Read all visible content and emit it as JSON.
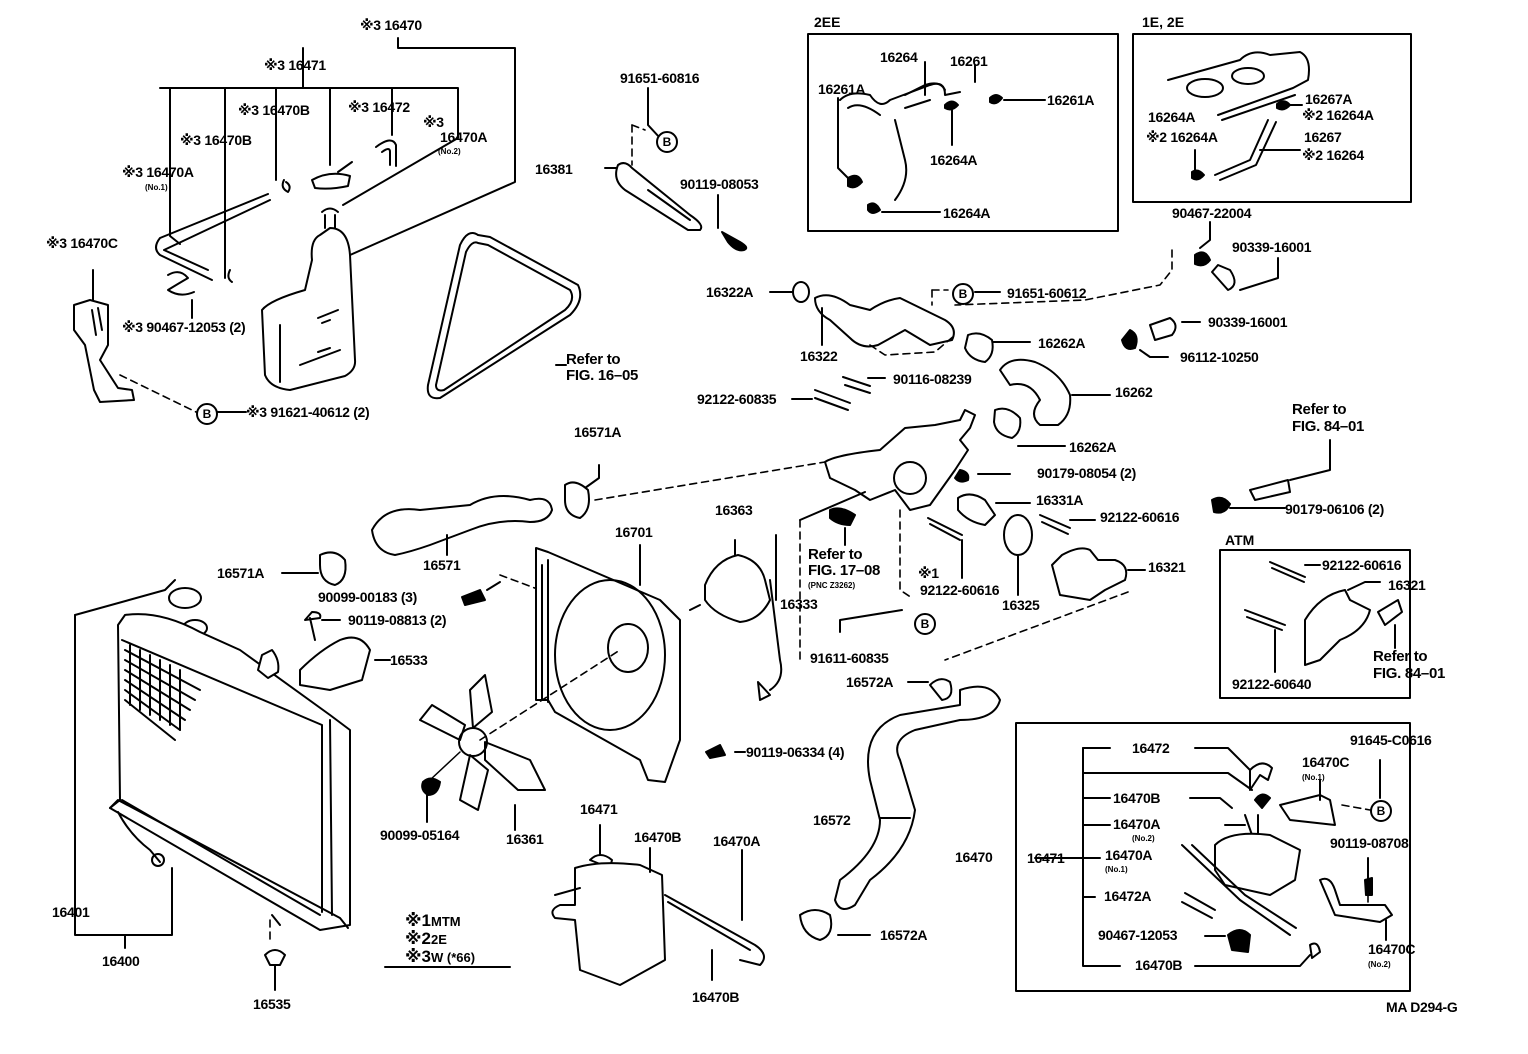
{
  "diagram": {
    "title": "Radiator & Water Outlet / Cooling System Parts Diagram",
    "figure_code": "MA D294-G",
    "reference_marker": "B",
    "legend": [
      {
        "mark": "※1",
        "meaning": "MTM"
      },
      {
        "mark": "※2",
        "meaning": "2E"
      },
      {
        "mark": "※3",
        "meaning": "W (*66)"
      }
    ],
    "insets": {
      "2EE": {
        "title": "2EE",
        "labels": [
          "16264",
          "16261",
          "16261A",
          "16261A",
          "16264A",
          "16264A"
        ]
      },
      "1E_2E": {
        "title": "1E, 2E",
        "labels": [
          "16267A",
          "16264A",
          "※2 16264A",
          "※2 16264A",
          "16267",
          "※2 16264"
        ]
      },
      "ATM": {
        "title": "ATM",
        "labels": [
          "92122-60616",
          "16321",
          "Refer to",
          "FIG. 84–01",
          "92122-60640"
        ]
      },
      "reservoir": {
        "labels": [
          "16472",
          "16470C",
          "(No.1)",
          "91645-C0616",
          "16470B",
          "16470A",
          "(No.2)",
          "90119-08708",
          "16470",
          "16471",
          "16470A",
          "(No.1)",
          "16472A",
          "90467-12053",
          "16470B",
          "16470C",
          "(No.2)"
        ]
      }
    },
    "labels": {
      "l1": "※3 16470",
      "l2": "※3 16471",
      "l3": "※3 16470B",
      "l4": "※3 16472",
      "l5": "※3",
      "l6": "16470A",
      "l6s": "(No.2)",
      "l7": "※3 16470B",
      "l8": "※3 16470A",
      "l8s": "(No.1)",
      "l9": "※3 16470C",
      "l10": "※3 90467-12053 (2)",
      "l11": "※3 91621-40612 (2)",
      "l12": "91651-60816",
      "l13": "16381",
      "l14": "90119-08053",
      "l15": "Refer to",
      "l16": "FIG. 16–05",
      "l17": "16322A",
      "l18": "91651-60612",
      "l19": "16322",
      "l20": "16262A",
      "l21": "90116-08239",
      "l22": "92122-60835",
      "l23": "16262",
      "l24": "16262A",
      "l25": "90179-08054 (2)",
      "l26": "16331A",
      "l27": "92122-60616",
      "l28": "Refer to",
      "l29": "FIG. 17–08",
      "l29s": "(PNC Z3262)",
      "l30": "16333",
      "l31": "※1",
      "l32": "92122-60616",
      "l33": "16325",
      "l34": "16321",
      "l35": "91611-60835",
      "l36": "16572A",
      "l37": "90467-22004",
      "l38": "90339-16001",
      "l39": "90339-16001",
      "l40": "96112-10250",
      "l41": "Refer to",
      "l42": "FIG. 84–01",
      "l43": "90179-06106 (2)",
      "l44": "16571A",
      "l45": "16571A",
      "l46": "16571",
      "l47": "90099-00183 (3)",
      "l48": "90119-08813 (2)",
      "l49": "16533",
      "l50": "16701",
      "l51": "16363",
      "l52": "90119-06334 (4)",
      "l53": "90099-05164",
      "l54": "16361",
      "l55": "16401",
      "l56": "16400",
      "l57": "16535",
      "l58": "16471",
      "l59": "16470B",
      "l60": "16470A",
      "l61": "16470B",
      "l62": "16572",
      "l63": "16572A"
    }
  }
}
